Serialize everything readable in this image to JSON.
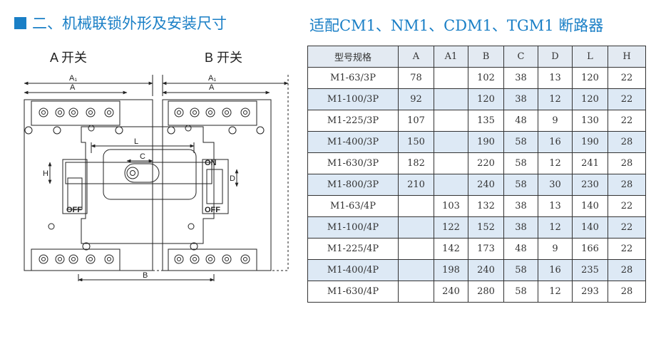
{
  "left_title": "二、机械联锁外形及安装尺寸",
  "right_title": "适配CM1、NM1、CDM1、TGM1 断路器",
  "drawing": {
    "switch_a_label": "A 开关",
    "switch_b_label": "B 开关",
    "dim_a1": "A₁",
    "dim_a": "A",
    "dim_l": "L",
    "dim_c": "C",
    "dim_h": "H",
    "dim_d": "D",
    "dim_b": "B",
    "on_label": "ON",
    "off_label": "OFF"
  },
  "table": {
    "headers": [
      "型号规格",
      "A",
      "A1",
      "B",
      "C",
      "D",
      "L",
      "H"
    ],
    "rows": [
      [
        "M1-63/3P",
        "78",
        "",
        "102",
        "38",
        "13",
        "120",
        "22"
      ],
      [
        "M1-100/3P",
        "92",
        "",
        "120",
        "38",
        "12",
        "120",
        "22"
      ],
      [
        "M1-225/3P",
        "107",
        "",
        "135",
        "48",
        "9",
        "130",
        "22"
      ],
      [
        "M1-400/3P",
        "150",
        "",
        "190",
        "58",
        "16",
        "190",
        "28"
      ],
      [
        "M1-630/3P",
        "182",
        "",
        "220",
        "58",
        "12",
        "241",
        "28"
      ],
      [
        "M1-800/3P",
        "210",
        "",
        "240",
        "58",
        "30",
        "230",
        "28"
      ],
      [
        "M1-63/4P",
        "",
        "103",
        "132",
        "38",
        "13",
        "140",
        "22"
      ],
      [
        "M1-100/4P",
        "",
        "122",
        "152",
        "38",
        "12",
        "140",
        "22"
      ],
      [
        "M1-225/4P",
        "",
        "142",
        "173",
        "48",
        "9",
        "166",
        "22"
      ],
      [
        "M1-400/4P",
        "",
        "198",
        "240",
        "58",
        "16",
        "235",
        "28"
      ],
      [
        "M1-630/4P",
        "",
        "240",
        "280",
        "58",
        "12",
        "293",
        "28"
      ]
    ]
  },
  "colors": {
    "accent": "#1a7fc6",
    "row_alt": "#dde9f5",
    "line": "#333333"
  }
}
